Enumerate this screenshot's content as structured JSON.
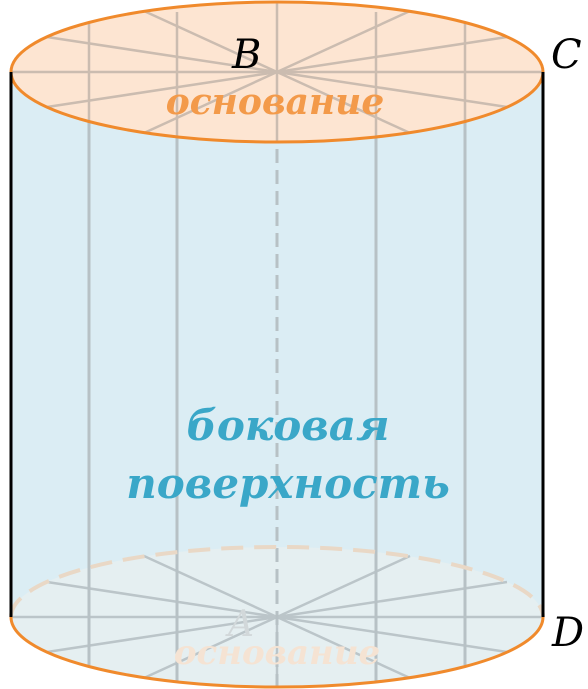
{
  "labels": {
    "point_b": "B",
    "point_c": "C",
    "point_a": "A",
    "point_d": "D"
  },
  "captions": {
    "top_base": "основание",
    "lateral_line1": "боковая",
    "lateral_line2": "поверхность",
    "bottom_base": "основание"
  },
  "colors": {
    "base_fill": "#fde5d2",
    "base_outline": "#f08a2c",
    "lateral_fill": "#dbedf4",
    "lateral_text": "#3aa7c8",
    "base_text": "#f39a4a",
    "hidden_edge": "#e9d8c6",
    "grid_line": "#b7c1c5",
    "edge": "#000000",
    "label": "#000000"
  }
}
